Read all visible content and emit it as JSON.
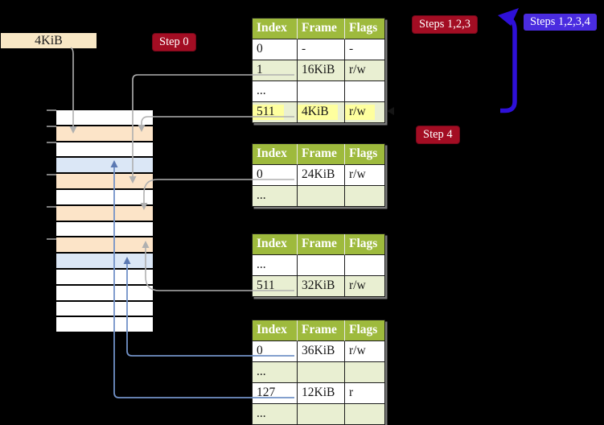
{
  "colors": {
    "background": "#000000",
    "table_header_green": "#9eba3d",
    "table_alt_row_green": "#e9efd2",
    "highlight_yellow": "#feff9e",
    "memory_orange": "#fce4c8",
    "memory_blue": "#dbe7f6",
    "badge_red": "#a30d23",
    "badge_blue": "#4a2ce0",
    "arrow_gray": "#b0b0b0",
    "arrow_steel_blue": "#7292c8",
    "loop_arrow_blue": "#2e10d8",
    "frame_box_beige": "#f8e7c5"
  },
  "frame_box": {
    "label": "4KiB"
  },
  "badges": {
    "step0": {
      "label": "Step 0"
    },
    "steps123": {
      "label": "Steps 1,2,3"
    },
    "steps1234": {
      "label": "Steps 1,2,3,4"
    },
    "step4": {
      "label": "Step 4"
    }
  },
  "memory": {
    "rows": [
      "plain",
      "orange",
      "plain",
      "blue",
      "orange",
      "plain",
      "orange",
      "plain",
      "orange",
      "blue",
      "plain",
      "plain",
      "plain",
      "plain"
    ]
  },
  "tables": [
    {
      "headers": {
        "index": "Index",
        "frame": "Frame",
        "flags": "Flags"
      },
      "rows": [
        {
          "index": "0",
          "frame": "-",
          "flags": "-"
        },
        {
          "index": "1",
          "frame": "16KiB",
          "flags": "r/w"
        },
        {
          "index": "...",
          "frame": "",
          "flags": ""
        },
        {
          "index": "511",
          "frame": "4KiB",
          "flags": "r/w"
        }
      ]
    },
    {
      "headers": {
        "index": "Index",
        "frame": "Frame",
        "flags": "Flags"
      },
      "rows": [
        {
          "index": "0",
          "frame": "24KiB",
          "flags": "r/w"
        },
        {
          "index": "...",
          "frame": "",
          "flags": ""
        }
      ]
    },
    {
      "headers": {
        "index": "Index",
        "frame": "Frame",
        "flags": "Flags"
      },
      "rows": [
        {
          "index": "...",
          "frame": "",
          "flags": ""
        },
        {
          "index": "511",
          "frame": "32KiB",
          "flags": "r/w"
        }
      ]
    },
    {
      "headers": {
        "index": "Index",
        "frame": "Frame",
        "flags": "Flags"
      },
      "rows": [
        {
          "index": "0",
          "frame": "36KiB",
          "flags": "r/w"
        },
        {
          "index": "...",
          "frame": "",
          "flags": ""
        },
        {
          "index": "127",
          "frame": "12KiB",
          "flags": "r"
        },
        {
          "index": "...",
          "frame": "",
          "flags": ""
        }
      ]
    }
  ]
}
